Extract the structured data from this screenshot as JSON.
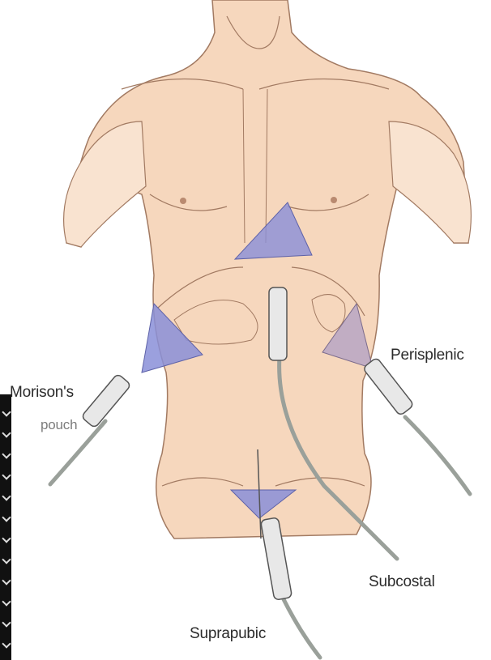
{
  "labels": {
    "morisons_line1": "Morison's",
    "morisons_line2": "pouch",
    "perisplenic": "Perisplenic",
    "subcostal": "Subcostal",
    "suprapubic": "Suprapubic"
  },
  "colors": {
    "skin": "#f6d7bd",
    "outline": "#a27a62",
    "probe_beam": "#8a8fd8",
    "probe_beam_perisplenic": "#b7a6c4",
    "cable": "#9aa09a"
  }
}
